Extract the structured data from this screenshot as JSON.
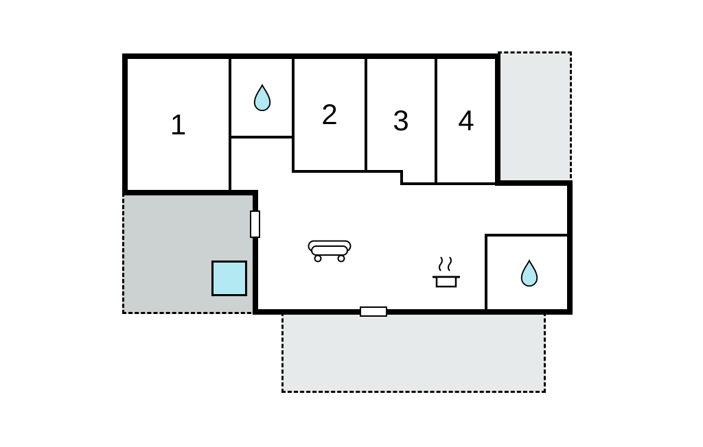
{
  "floor_plan": {
    "name": "holiday-home-floor-plan",
    "rooms": [
      {
        "id": "room-1",
        "label": "1"
      },
      {
        "id": "room-2",
        "label": "2"
      },
      {
        "id": "room-3",
        "label": "3"
      },
      {
        "id": "room-4",
        "label": "4"
      }
    ],
    "features": [
      {
        "name": "water-drop-icon",
        "area": "bathroom-top"
      },
      {
        "name": "water-drop-icon",
        "area": "bathroom-bottom-right"
      },
      {
        "name": "sofa-icon",
        "area": "living-room"
      },
      {
        "name": "cooking-pot-icon",
        "area": "kitchen"
      },
      {
        "name": "hot-tub",
        "area": "patio-left"
      },
      {
        "name": "door-marker",
        "area": "living-room-left-wall"
      },
      {
        "name": "window-marker",
        "area": "bottom-wall"
      }
    ],
    "colors": {
      "walls": "#000000",
      "terrace": "#e7eaea",
      "patio": "#ccd1d1",
      "water": "#b3e9f2",
      "background": "#ffffff"
    }
  }
}
